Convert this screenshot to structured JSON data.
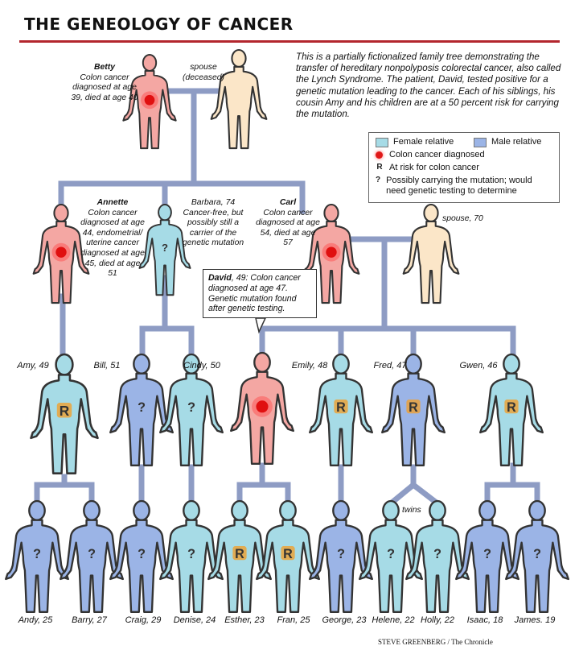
{
  "title": "THE GENEOLOGY OF CANCER",
  "intro": "This is a partially fictionalized family tree demonstrating the transfer of hereditary nonpolyposis colorectal cancer, also called the Lynch Syndrome. The patient, David, tested positive for a genetic mutation leading to the cancer. Each of his siblings, his cousin Amy and his children are at a 50 percent risk for carrying the mutation.",
  "legend": {
    "female": "Female relative",
    "male": "Male relative",
    "cancer": "Colon cancer diagnosed",
    "risk": "At risk for colon cancer",
    "possible": "Possibly carrying the mutation; would need genetic testing to determine"
  },
  "colors": {
    "female": "#a6dbe6",
    "male": "#9bb4e6",
    "cancer": "#f4a7a3",
    "spouse": "#fbe6c8",
    "line": "#8e9cc4",
    "accent": "#b3262e"
  },
  "labels": {
    "betty_name": "Betty",
    "betty_text": "Colon cancer diagnosed at age 39, died at age 40",
    "spouse_deceased": "spouse (deceased)",
    "annette_name": "Annette",
    "annette_text": "Colon cancer diagnosed at age 44, endometrial/ uterine cancer diagnosed at age 45, died at age 51",
    "barbara_text": "Barbara, 74 Cancer-free, but possibly still a carrier of the genetic mutation",
    "carl_name": "Carl",
    "carl_text": "Colon cancer diagnosed at age 54, died at age 57",
    "spouse_70": "spouse, 70",
    "david_name": "David",
    "david_text": ", 49: Colon cancer diagnosed at age 47. Genetic mutation found after genetic testing.",
    "twins": "twins"
  },
  "gen3": [
    "Amy, 49",
    "Bill, 51",
    "Cindy, 50",
    "Emily, 48",
    "Fred, 47",
    "Gwen, 46"
  ],
  "gen4": [
    "Andy, 25",
    "Barry, 27",
    "Craig, 29",
    "Denise, 24",
    "Esther, 23",
    "Fran, 25",
    "George, 23",
    "Helene, 22",
    "Holly, 22",
    "Isaac, 18",
    "James. 19"
  ],
  "marks": {
    "risk": "R",
    "possible": "?"
  },
  "credit": "STEVE GREENBERG / The Chronicle"
}
